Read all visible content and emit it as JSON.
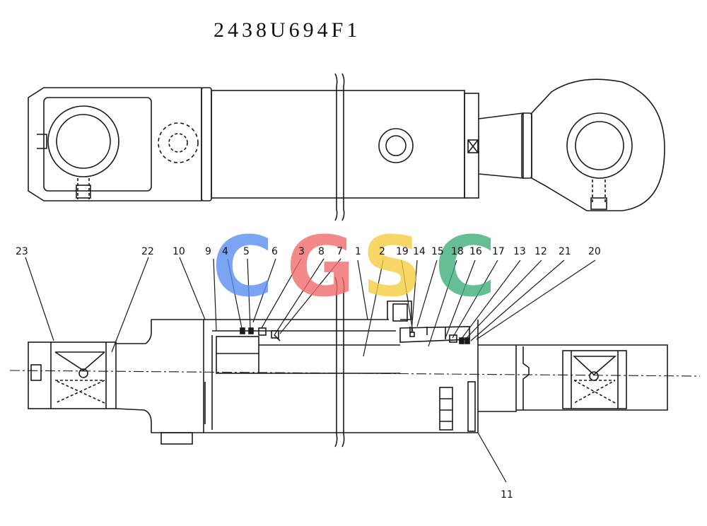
{
  "drawing": {
    "part_number": "2438U694F1",
    "watermark": "CGSC",
    "watermark_colors": [
      "#5b8ff0",
      "#ef6b6b",
      "#f4cd3e",
      "#3fae7a"
    ]
  },
  "callouts": [
    "23",
    "22",
    "10",
    "9",
    "4",
    "5",
    "6",
    "3",
    "8",
    "7",
    "1",
    "2",
    "19",
    "14",
    "15",
    "18",
    "16",
    "17",
    "13",
    "12",
    "21",
    "20",
    "11"
  ]
}
